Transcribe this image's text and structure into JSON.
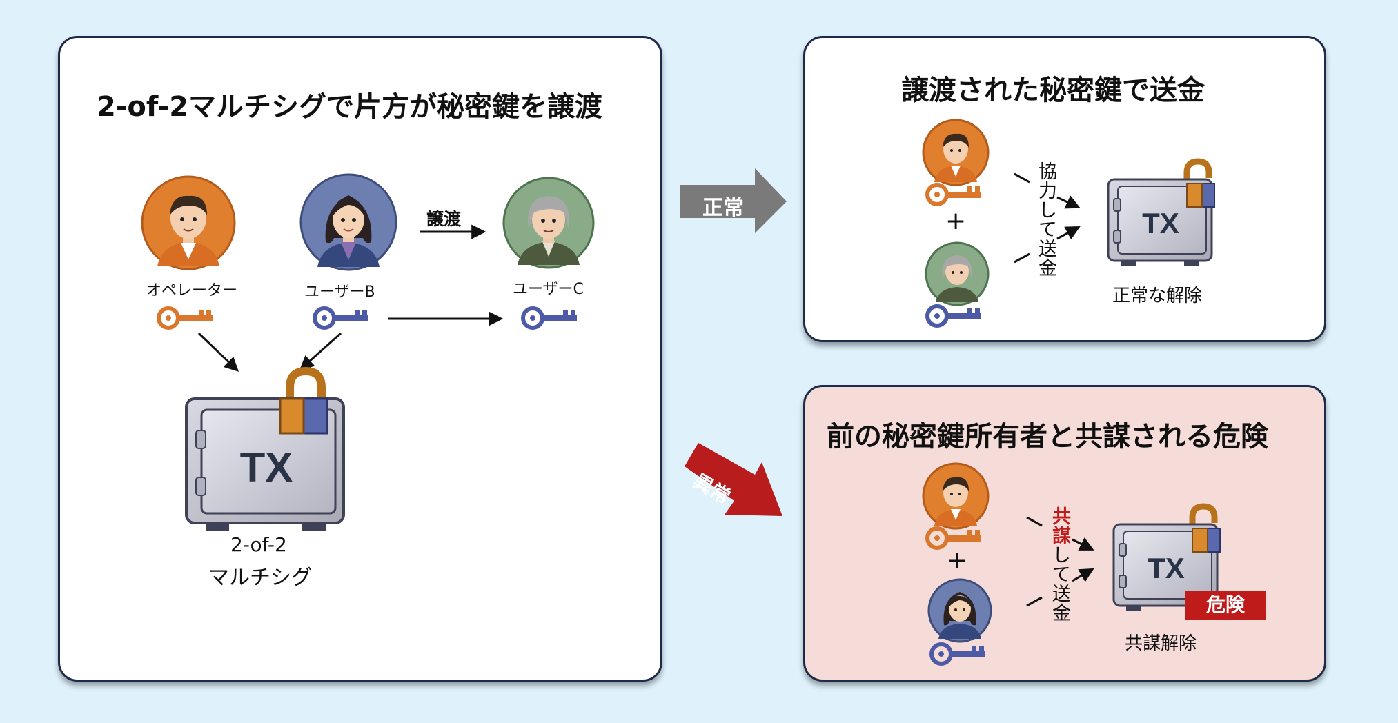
{
  "left_panel": {
    "title": "2-of-2マルチシグで片方が秘密鍵を譲渡",
    "persons": [
      {
        "label": "オペレーター"
      },
      {
        "label": "ユーザーB"
      },
      {
        "label": "ユーザーC"
      }
    ],
    "transfer_label": "譲渡",
    "safe_text": "TX",
    "safe_caption_line1": "2-of-2",
    "safe_caption_line2": "マルチシグ"
  },
  "arrows": {
    "normal_label": "正常",
    "abnormal_label": "異常"
  },
  "top_right_panel": {
    "title": "譲渡された秘密鍵で送金",
    "plus": "+",
    "action_label": "協力して送金",
    "safe_text": "TX",
    "result_label": "正常な解除"
  },
  "bottom_right_panel": {
    "title": "前の秘密鍵所有者と共謀される危険",
    "plus": "+",
    "action_label_highlight": "共謀",
    "action_label_rest": "して送金",
    "safe_text": "TX",
    "danger_badge": "危険",
    "result_label": "共謀解除"
  },
  "colors": {
    "operator": "#e07f2e",
    "userB": "#6c7fb0",
    "userC": "#8aab88",
    "key_orange": "#d9782c",
    "key_blue": "#4d5ba6",
    "danger": "#c01b1b",
    "arrow_gray": "#7a7a7a"
  }
}
